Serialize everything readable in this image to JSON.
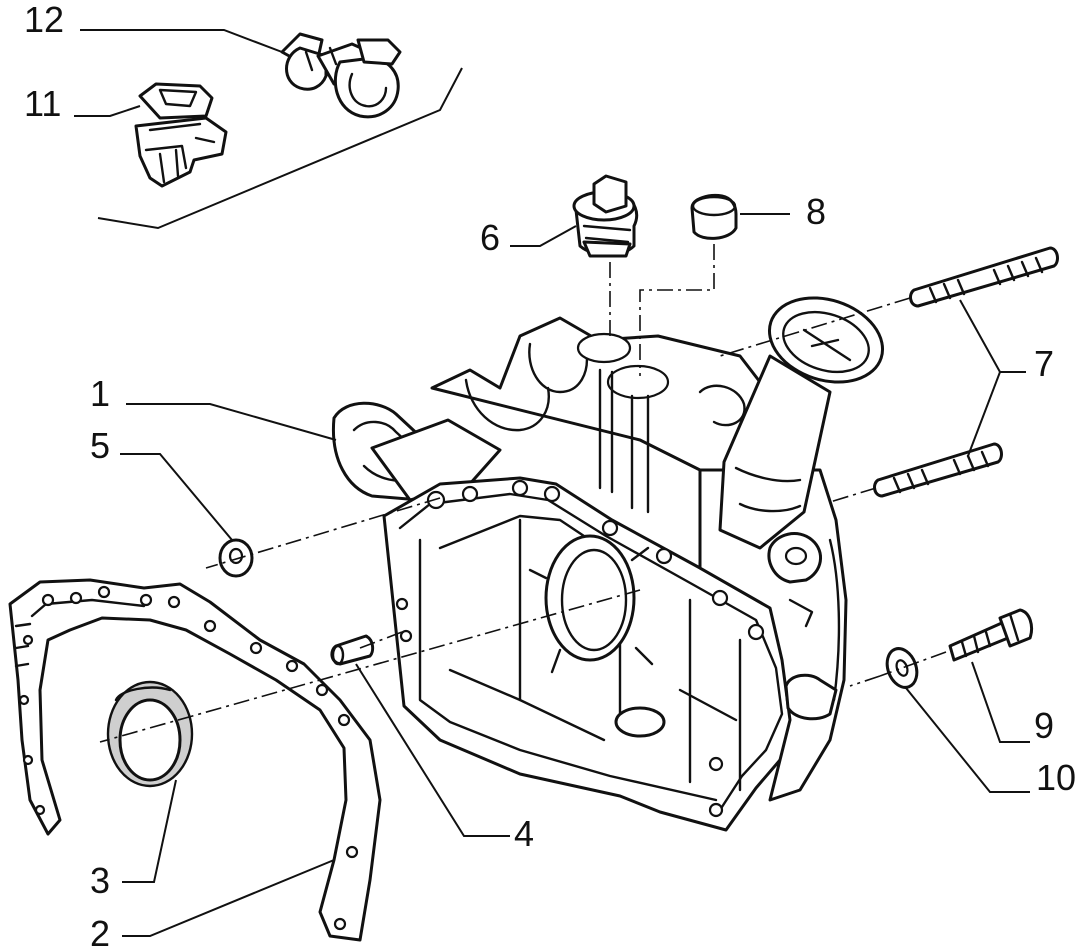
{
  "callouts": [
    {
      "label": "1"
    },
    {
      "label": "2"
    },
    {
      "label": "3"
    },
    {
      "label": "4"
    },
    {
      "label": "5"
    },
    {
      "label": "6"
    },
    {
      "label": "7"
    },
    {
      "label": "8"
    },
    {
      "label": "9"
    },
    {
      "label": "10"
    },
    {
      "label": "11"
    },
    {
      "label": "12"
    }
  ],
  "colors": {
    "ink": "#111111",
    "background": "#ffffff",
    "seal_fill": "#cfcfcf"
  }
}
